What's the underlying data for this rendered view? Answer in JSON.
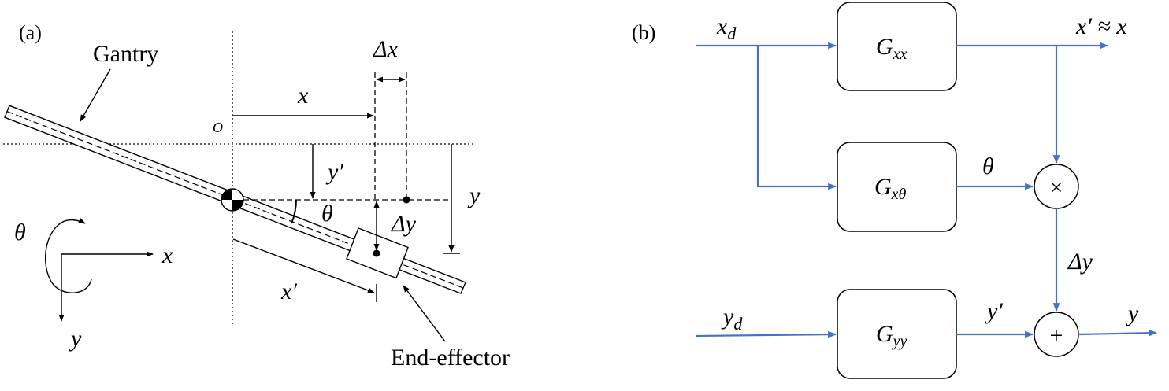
{
  "panel_a": {
    "label": "(a)",
    "gantry_label": "Gantry",
    "end_effector_label": "End-effector",
    "origin_label": "O",
    "x_label": "x",
    "dx_label": "Δx",
    "yprime_label": "y′",
    "y_label": "y",
    "theta_label": "θ",
    "dy_label": "Δy",
    "xprime_label": "x′",
    "axes": {
      "theta": "θ",
      "x": "x",
      "y": "y"
    }
  },
  "panel_b": {
    "label": "(b)",
    "inputs": {
      "xd": "x",
      "xd_sub": "d",
      "yd": "y",
      "yd_sub": "d"
    },
    "blocks": {
      "gxx": {
        "main": "G",
        "sub": "xx"
      },
      "gxtheta": {
        "main": "G",
        "sub": "xθ"
      },
      "gyy": {
        "main": "G",
        "sub": "yy"
      }
    },
    "operators": {
      "multiply": "×",
      "add": "+"
    },
    "signals": {
      "out_x": "x′ ≈ x",
      "theta": "θ",
      "dy": "Δy",
      "yprime": "y′",
      "y": "y"
    }
  },
  "colors": {
    "arrow": "#4472c4",
    "line": "#000000"
  }
}
